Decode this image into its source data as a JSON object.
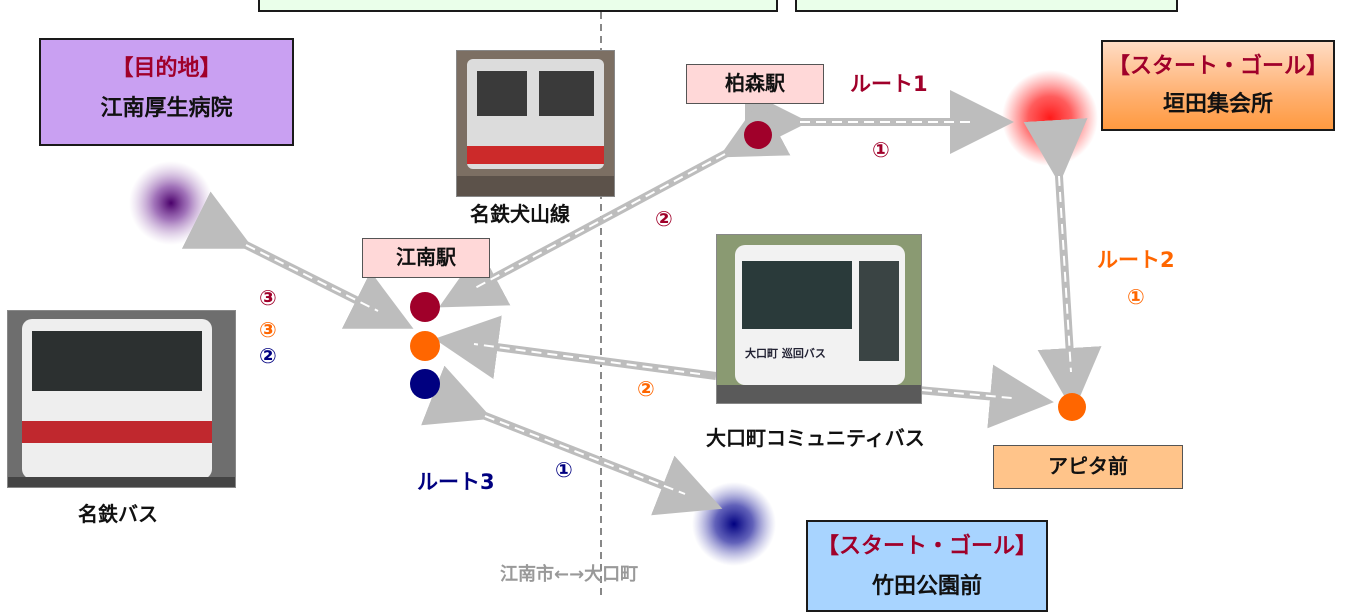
{
  "destination": {
    "heading": "【目的地】",
    "name": "江南厚生病院"
  },
  "start_goal_1": {
    "heading": "【スタート・ゴール】",
    "name": "垣田集会所"
  },
  "start_goal_2": {
    "heading": "【スタート・ゴール】",
    "name": "竹田公園前"
  },
  "stations": {
    "kashimori": "柏森駅",
    "konan": "江南駅",
    "apita": "アピタ前"
  },
  "vehicles": {
    "train": "名鉄犬山線",
    "community_bus": "大口町コミュニティバス",
    "meitetsu_bus": "名鉄バス",
    "community_bus_sign": "大口町 巡回バス"
  },
  "routes": {
    "route1": "ルート1",
    "route2": "ルート2",
    "route3": "ルート3"
  },
  "markers": {
    "r1_walk": "①",
    "r1_train": "②",
    "r2_walk": "①",
    "r2_bus": "②",
    "r3_walk": "①",
    "left_r1": "③",
    "left_r2": "③",
    "left_r3": "②"
  },
  "border_label": "江南市←→大口町",
  "colors": {
    "route1": "#a0002a",
    "route2": "#ff6600",
    "route3": "#000080",
    "arrow": "#bdbdbd",
    "border_label": "#999999"
  }
}
